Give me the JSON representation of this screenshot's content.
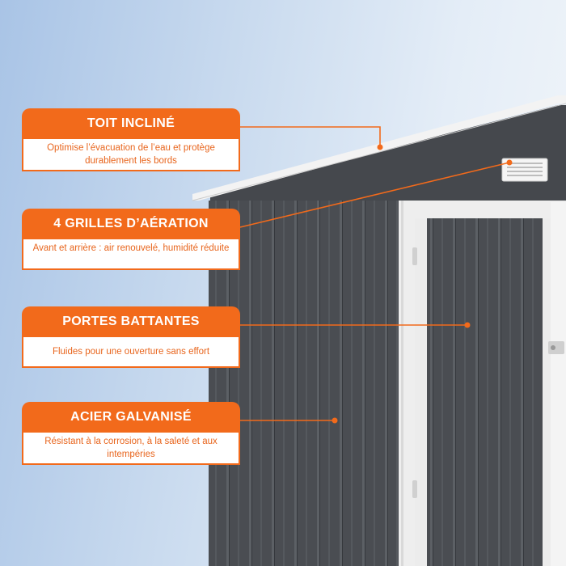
{
  "callouts": [
    {
      "title": "TOIT INCLINÉ",
      "text": "Optimise l’évacuation de l’eau et protège durablement les bords"
    },
    {
      "title": "4 GRILLES D’AÉRATION",
      "text": "Avant et arrière : air renouvelé, humidité réduite"
    },
    {
      "title": "PORTES BATTANTES",
      "text": "Fluides pour une ouverture sans effort"
    },
    {
      "title": "ACIER GALVANISÉ",
      "text": "Résistant à la corrosion, à la saleté et aux intempéries"
    }
  ],
  "colors": {
    "accent": "#f26a1b",
    "shed_panel": "#4a4d52",
    "trim": "#f1f1f1",
    "background_left": "#a9c4e6",
    "background_right": "#f2f6fa"
  }
}
